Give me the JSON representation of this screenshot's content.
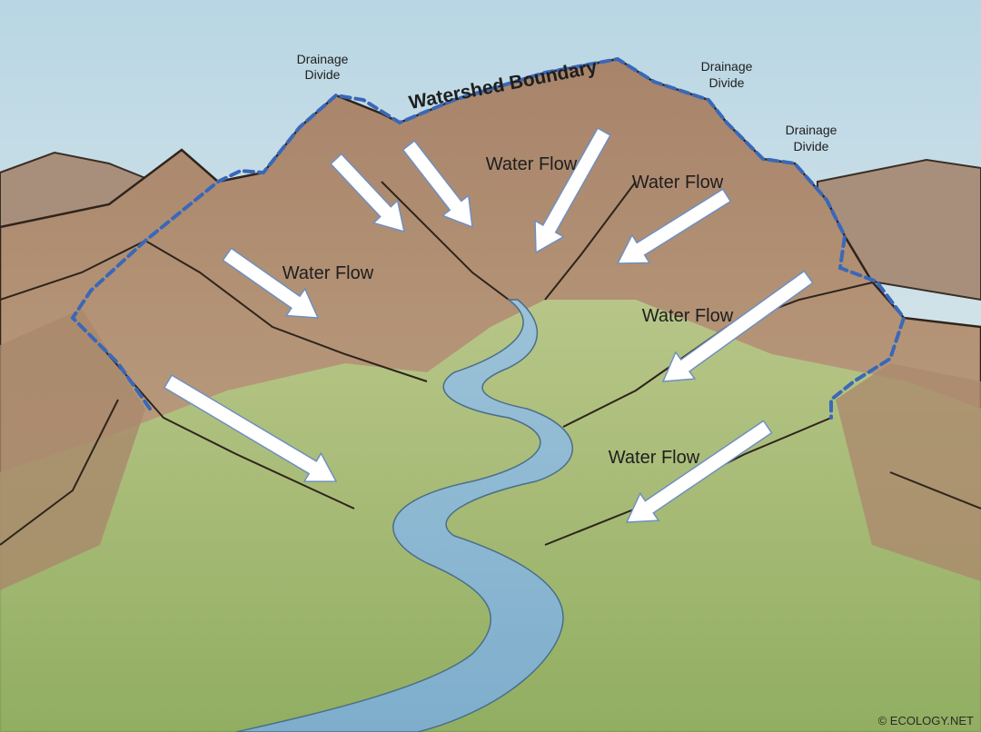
{
  "diagram": {
    "title": "Watershed Boundary",
    "drainage_divides": [
      {
        "line1": "Drainage",
        "line2": "Divide"
      },
      {
        "line1": "Drainage",
        "line2": "Divide"
      },
      {
        "line1": "Drainage",
        "line2": "Divide"
      }
    ],
    "water_flow_labels": [
      "Water Flow",
      "Water Flow",
      "Water Flow",
      "Water Flow",
      "Water Flow"
    ],
    "credit": "© ECOLOGY.NET",
    "colors": {
      "sky": "#cfe2ea",
      "mountain": "#b08c6e",
      "valley": "#a9c27a",
      "river": "#8db8d3",
      "boundary": "#3a68b8",
      "arrow": "#ffffff"
    }
  }
}
